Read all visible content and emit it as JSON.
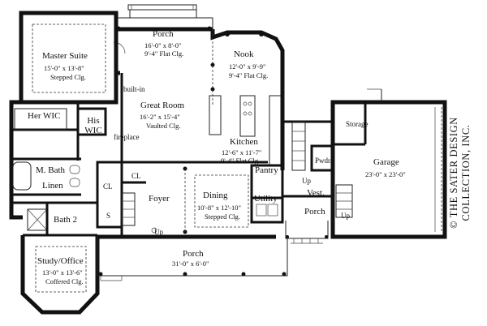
{
  "rooms": {
    "master_suite": {
      "name": "Master Suite",
      "dims": "15'-0\" x 13'-8\"",
      "ceiling": "Stepped Clg."
    },
    "porch_rear": {
      "name": "Porch",
      "dims": "16'-0\" x 8'-0\"",
      "ceiling": "9'-4\" Flat Clg."
    },
    "nook": {
      "name": "Nook",
      "dims": "12'-0\" x 9'-9\"",
      "ceiling": "9'-4\" Flat Clg."
    },
    "great_room": {
      "name": "Great Room",
      "dims": "16'-2\" x 15'-4\"",
      "ceiling": "Vaulted Clg."
    },
    "kitchen": {
      "name": "Kitchen",
      "dims": "12'-6\" x 11'-7\"",
      "ceiling": "9'-4\" Flat Clg."
    },
    "her_wic": {
      "name": "Her WIC"
    },
    "his_wic": {
      "name": "His WIC"
    },
    "m_bath": {
      "name": "M. Bath"
    },
    "linen": {
      "name": "Linen"
    },
    "bath2": {
      "name": "Bath 2"
    },
    "foyer": {
      "name": "Foyer"
    },
    "dining": {
      "name": "Dining",
      "dims": "10'-8\" x 12'-10\"",
      "ceiling": "Stepped Clg."
    },
    "pantry": {
      "name": "Pantry"
    },
    "utility": {
      "name": "Utility"
    },
    "storage": {
      "name": "Storage"
    },
    "pwdr": {
      "name": "Pwdr."
    },
    "vest": {
      "name": "Vest."
    },
    "porch_side": {
      "name": "Porch"
    },
    "garage": {
      "name": "Garage",
      "dims": "23'-0\" x 23'-0\""
    },
    "study": {
      "name": "Study/Office",
      "dims": "13'-0\" x 13'-6\"",
      "ceiling": "Coffered Clg."
    },
    "porch_front": {
      "name": "Porch",
      "dims": "31'-0\" x 6'-0\""
    }
  },
  "notes": {
    "built_in": "built-in",
    "fireplace": "fireplace",
    "cl1": "CL",
    "cl2": "CL",
    "s": "S",
    "up_foyer": "Up",
    "up_vest": "Up",
    "up_porch": "Up"
  },
  "watermark": "© THE SATER DESIGN COLLECTION, INC."
}
